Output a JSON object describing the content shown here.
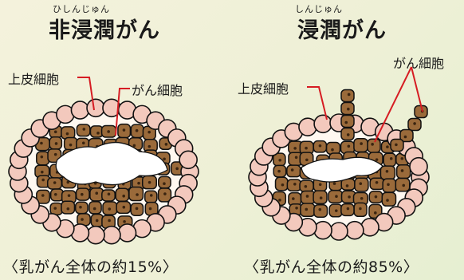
{
  "left": {
    "ruby": "ひしんじゅん",
    "title": "非浸潤がん",
    "label_epithelial": "上皮細胞",
    "label_cancer": "がん細胞",
    "caption": "〈乳がん全体の約15%〉"
  },
  "right": {
    "ruby": "しんじゅん",
    "title": "浸潤がん",
    "label_epithelial": "上皮細胞",
    "label_cancer": "がん細胞",
    "caption": "〈乳がん全体の約85%〉"
  },
  "colors": {
    "epithelial_cell": "#f3c9bd",
    "cancer_cell": "#9a6a3a",
    "outline": "#111111",
    "pointer_line": "#d61c23",
    "lumen": "#ffffff"
  }
}
